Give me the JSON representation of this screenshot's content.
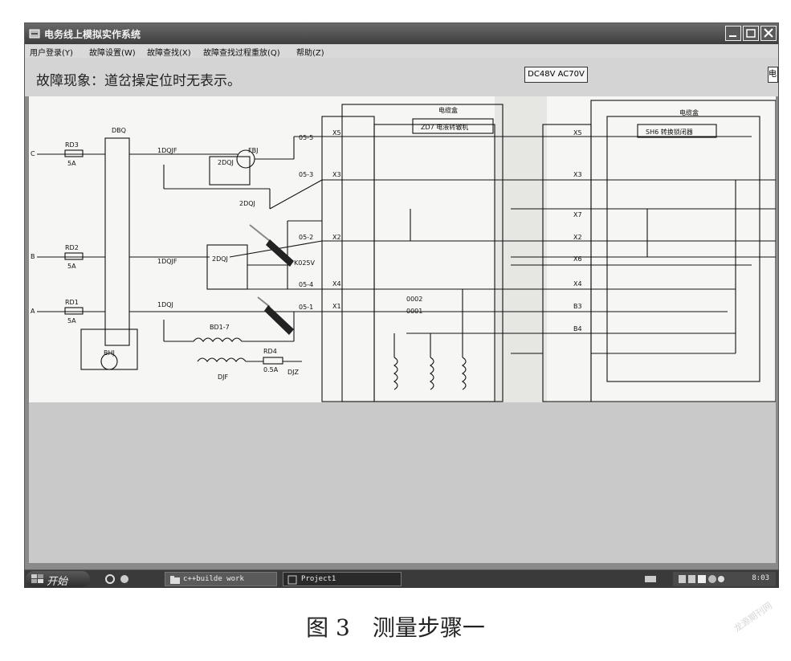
{
  "window": {
    "title": "电务线上模拟实作系统",
    "menu": [
      "用户登录(Y)",
      "故障设置(W)",
      "故障查找(X)",
      "故障查找过程重放(Q)",
      "帮助(Z)"
    ]
  },
  "status": {
    "fault_text": "故障现象：道岔操定位时无表示。",
    "meter_label": "DC48V AC70V",
    "edge_field_text": "电"
  },
  "schematic": {
    "left_box_title": "电缆盒",
    "right_box_title": "电缆盒",
    "zd7_label": "ZD7 电液转辙机",
    "sh6_label": "SH6 转换锁闭器",
    "dbq": "DBQ",
    "fbj": "FBJ",
    "rd3": "RD3",
    "rd3_val": "5A",
    "rd2": "RD2",
    "rd2_val": "5A",
    "rd1": "RD1",
    "rd1_val": "5A",
    "rd4": "RD4",
    "rd4_val": "0.5A",
    "phase_c": "C",
    "phase_b": "B",
    "phase_a": "A",
    "relay_1dqjf_top": "1DQJF",
    "relay_2dqj_top": "2DQJ",
    "relay_2dqj_mid": "2DQJ",
    "relay_1dqj_mid": "1DQJF",
    "relay_2dqj_bot": "2DQJ",
    "relay_1dqj_bot": "1DQJ",
    "bd17": "BD1-7",
    "bhj": "BHJ",
    "djf": "DJF",
    "djz": "DJZ",
    "k25v": "K025V",
    "c051": "05-1",
    "c052": "05-2",
    "c053": "05-3",
    "c054": "05-4",
    "c055": "05-5",
    "x1": "X1",
    "x2": "X2",
    "x3": "X3",
    "x4": "X4",
    "x5": "X5",
    "x6": "X6",
    "x7": "X7",
    "b3": "B3",
    "b4": "B4",
    "k0002": "0002",
    "k0001": "0001"
  },
  "taskbar": {
    "start_label": "开始",
    "task1_label": "c++builde work",
    "task2_label": "Project1",
    "clock": "8:03"
  },
  "caption": "图 3　测量步骤一",
  "watermark": "龙源期刊网"
}
